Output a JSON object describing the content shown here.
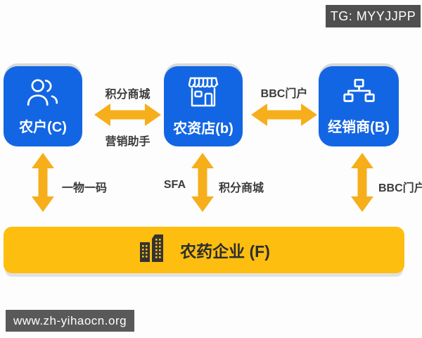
{
  "badges": {
    "telegram": "TG: MYYJJPP",
    "website": "www.zh-yihaocn.org"
  },
  "nodes": {
    "farmer": {
      "label": "农户(C)",
      "icon": "users-icon"
    },
    "agri_store": {
      "label": "农资店(b)",
      "icon": "storefront-icon"
    },
    "distributor": {
      "label": "经销商(B)",
      "icon": "sitemap-icon"
    },
    "pesticide_enterprise": {
      "label": "农药企业 (F)",
      "icon": "buildings-icon"
    }
  },
  "edges": {
    "farmer_store": {
      "top_label": "积分商城",
      "bottom_label": "营销助手"
    },
    "store_distributor": {
      "top_label": "BBC门户"
    },
    "farmer_enterprise": {
      "label": "一物一码"
    },
    "store_enterprise": {
      "left_label": "SFA",
      "right_label": "积分商城"
    },
    "distributor_enterprise": {
      "label": "BBC门户"
    }
  },
  "colors": {
    "node_blue": "#1366e3",
    "arrow_yellow": "#f6ae1b",
    "enterprise_yellow": "#fdbe10",
    "badge_dark_top": "#4f4f4f",
    "badge_dark_bottom": "#595959",
    "edge_label_text": "#3b3b3b",
    "node_text": "#ffffff"
  }
}
